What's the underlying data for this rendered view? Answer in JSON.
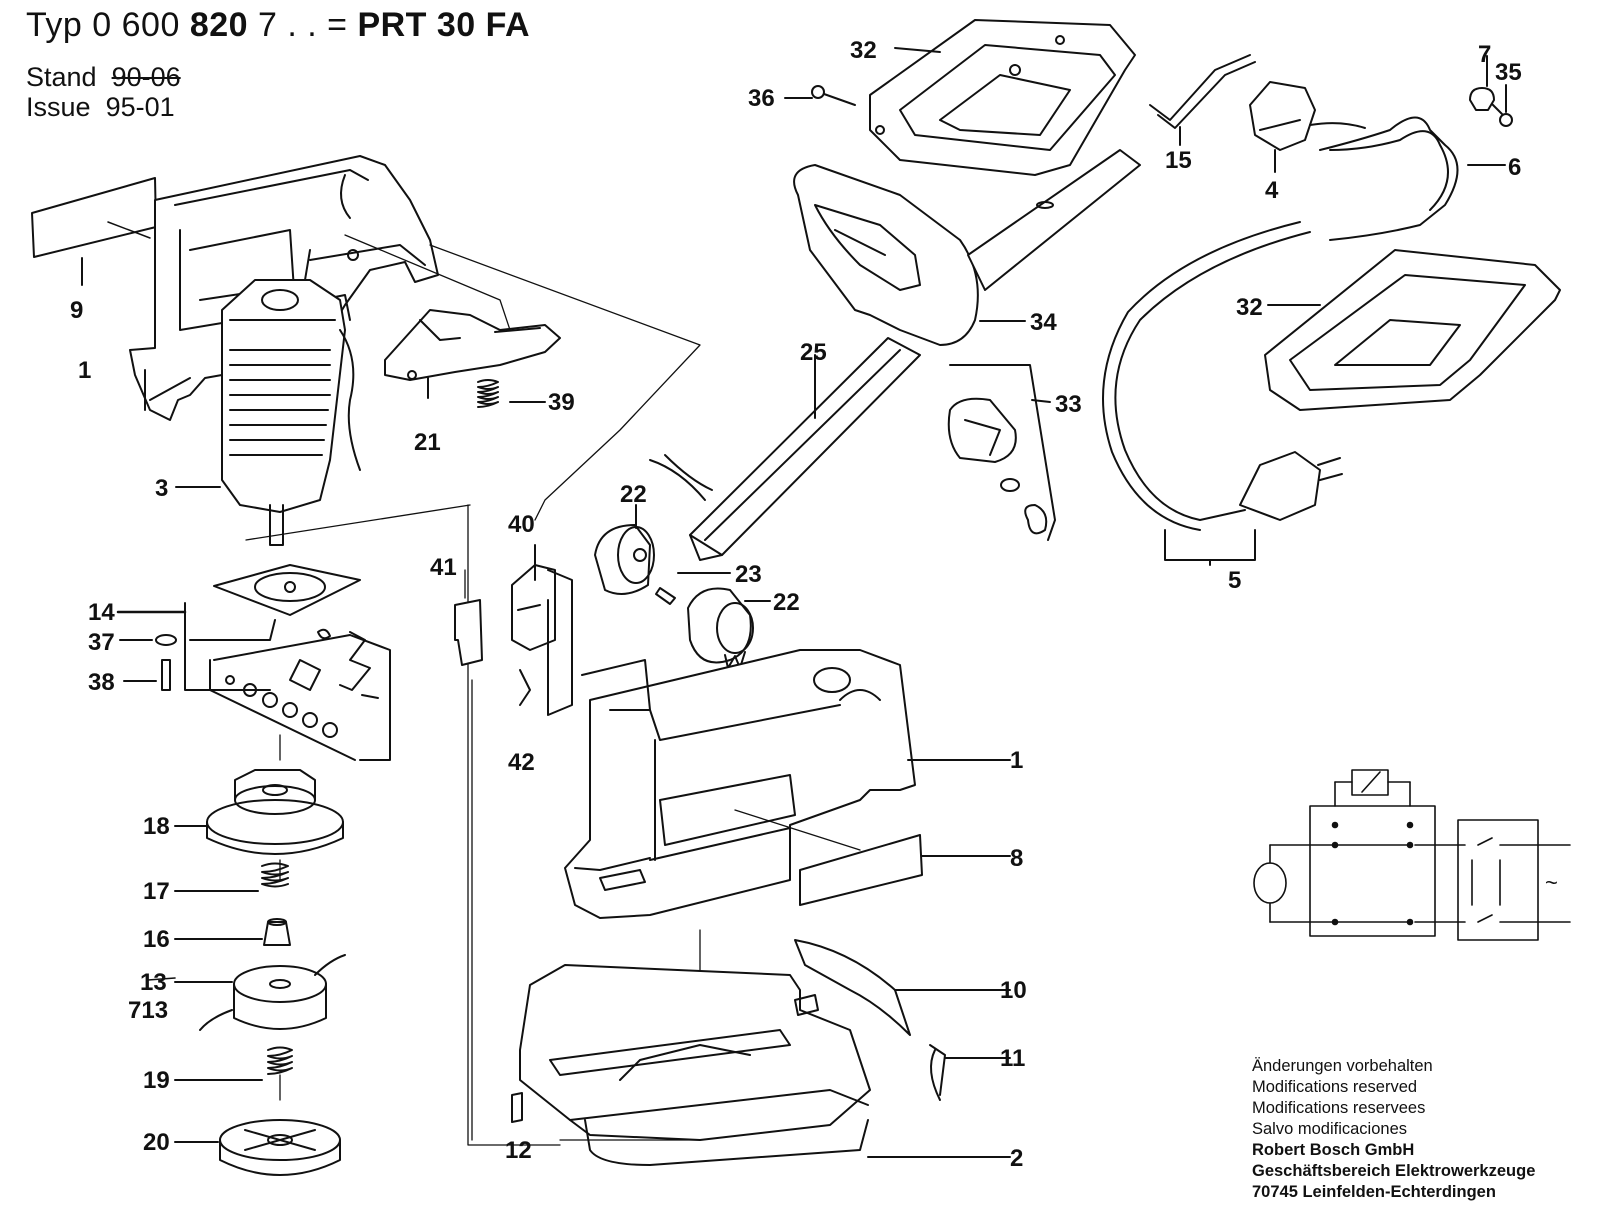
{
  "header": {
    "typ_label": "Typ",
    "typ_prefix": "0 600",
    "typ_number": "820",
    "typ_suffix": "7 . . =",
    "model": "PRT 30 FA",
    "stand_label": "Stand",
    "stand_value": "90-06",
    "issue_label": "Issue",
    "issue_value": "95-01"
  },
  "callouts": [
    {
      "id": "c1a",
      "text": "1"
    },
    {
      "id": "c1b",
      "text": "1"
    },
    {
      "id": "c2",
      "text": "2"
    },
    {
      "id": "c3",
      "text": "3"
    },
    {
      "id": "c4",
      "text": "4"
    },
    {
      "id": "c5",
      "text": "5"
    },
    {
      "id": "c6",
      "text": "6"
    },
    {
      "id": "c7",
      "text": "7"
    },
    {
      "id": "c8",
      "text": "8"
    },
    {
      "id": "c9",
      "text": "9"
    },
    {
      "id": "c10",
      "text": "10"
    },
    {
      "id": "c11",
      "text": "11"
    },
    {
      "id": "c12",
      "text": "12"
    },
    {
      "id": "c13",
      "text": "13"
    },
    {
      "id": "c713",
      "text": "713"
    },
    {
      "id": "c14",
      "text": "14"
    },
    {
      "id": "c15",
      "text": "15"
    },
    {
      "id": "c16",
      "text": "16"
    },
    {
      "id": "c17",
      "text": "17"
    },
    {
      "id": "c18",
      "text": "18"
    },
    {
      "id": "c19",
      "text": "19"
    },
    {
      "id": "c20",
      "text": "20"
    },
    {
      "id": "c21",
      "text": "21"
    },
    {
      "id": "c22a",
      "text": "22"
    },
    {
      "id": "c22b",
      "text": "22"
    },
    {
      "id": "c23",
      "text": "23"
    },
    {
      "id": "c25",
      "text": "25"
    },
    {
      "id": "c32a",
      "text": "32"
    },
    {
      "id": "c32b",
      "text": "32"
    },
    {
      "id": "c33",
      "text": "33"
    },
    {
      "id": "c34",
      "text": "34"
    },
    {
      "id": "c35",
      "text": "35"
    },
    {
      "id": "c36",
      "text": "36"
    },
    {
      "id": "c37",
      "text": "37"
    },
    {
      "id": "c38",
      "text": "38"
    },
    {
      "id": "c39",
      "text": "39"
    },
    {
      "id": "c40",
      "text": "40"
    },
    {
      "id": "c41",
      "text": "41"
    },
    {
      "id": "c42",
      "text": "42"
    }
  ],
  "footer": {
    "lines": [
      "Änderungen vorbehalten",
      "Modifications reserved",
      "Modifications reservees",
      "Salvo modificaciones"
    ],
    "company": [
      "Robert Bosch GmbH",
      "Geschäftsbereich Elektrowerkzeuge",
      "70745 Leinfelden-Echterdingen"
    ]
  },
  "schematic": {
    "ac_symbol": "~"
  }
}
